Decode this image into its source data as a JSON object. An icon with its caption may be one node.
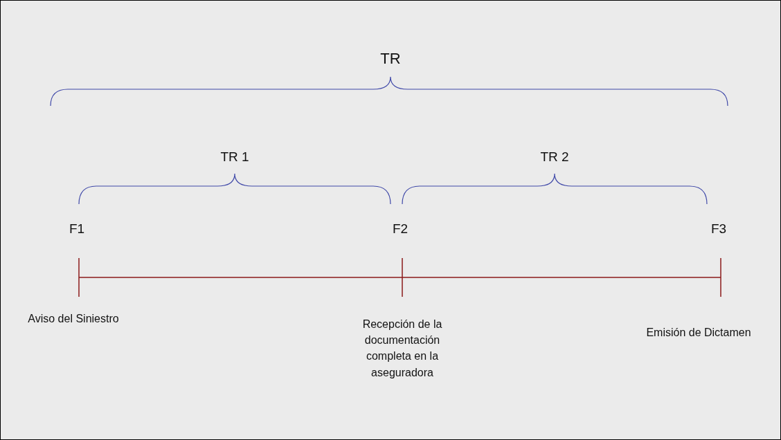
{
  "diagram": {
    "labels": [
      "TR",
      "TR 1",
      "TR 2",
      "F1",
      "F2",
      "F3",
      "Aviso del Siniestro",
      "Recepción de la documentación completa en la aseguradora",
      "Emisión de Dictamen"
    ]
  }
}
